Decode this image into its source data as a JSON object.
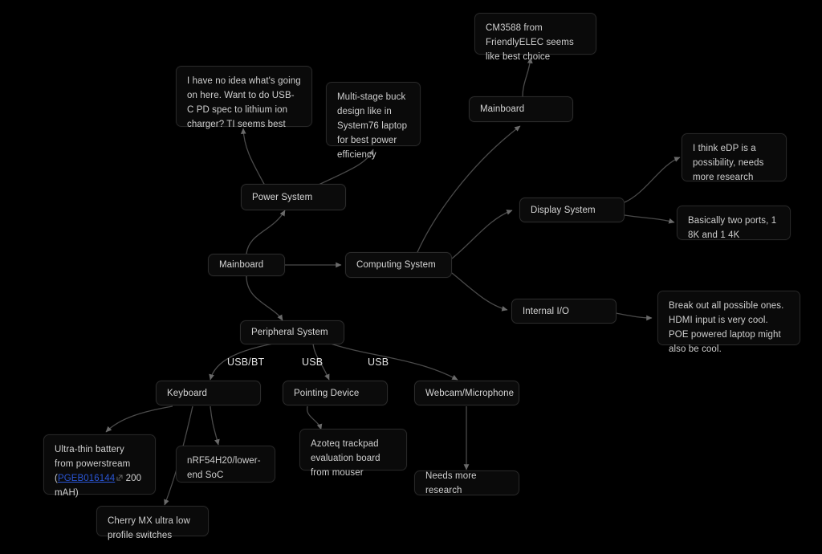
{
  "canvas": {
    "background": "#000000",
    "node_fill": "#0b0b0b",
    "node_border": "#2b2b2b",
    "text_color": "#d6d6d6",
    "edge_color": "#4a4a4a",
    "link_color": "#2a56d6"
  },
  "nodes": {
    "cm3588_note": "CM3588 from FriendlyELEC seems like best choice",
    "mainboard_top": "Mainboard",
    "power_note": "I have no idea what's going on here. Want to do USB-C PD spec to lithium ion charger? TI seems best",
    "buck_note": "Multi-stage buck design like in System76 laptop for best power efficiency",
    "edp_note": "I think eDP is a possibility, needs more research",
    "power_system": "Power System",
    "display_system": "Display System",
    "ports_note": "Basically two ports, 1 8K and 1 4K",
    "mainboard_left": "Mainboard",
    "computing_system": "Computing System",
    "internal_io": "Internal I/O",
    "internal_io_note": "Break out all possible ones. HDMI input is very cool. POE powered laptop might also be cool.",
    "peripheral_system": "Peripheral System",
    "keyboard": "Keyboard",
    "pointing_device": "Pointing Device",
    "webcam_microphone": "Webcam/Microphone",
    "battery_note_line1": "Ultra-thin battery from",
    "battery_note_line2": "powerstream",
    "battery_note_open_paren": "(",
    "battery_note_link": "PGEB016144",
    "battery_note_tail": " 200 mAH)",
    "soc_note": "nRF54H20/lower-end SoC",
    "trackpad_note": "Azoteq trackpad evaluation board from mouser",
    "webcam_note": "Needs more research",
    "switches_note": "Cherry MX ultra low profile switches"
  },
  "edge_labels": {
    "usb_bt": "USB/BT",
    "usb_pointing": "USB",
    "usb_webcam": "USB"
  },
  "icons": {
    "external_link": "external-link-icon"
  }
}
